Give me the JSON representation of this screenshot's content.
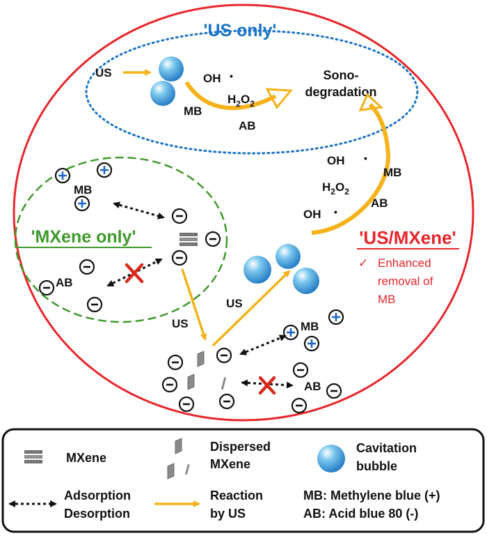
{
  "regions": {
    "us_only": "'US only'",
    "mxene_only": "'MXene only'",
    "us_mxene": "'US/MXene'"
  },
  "labels": {
    "us": "US",
    "oh": "OH",
    "radical_dot": "•",
    "h2o2_main": "H",
    "h2o2_sub1": "2",
    "h2o2_o": "O",
    "h2o2_sub2": "2",
    "mb": "MB",
    "ab": "AB",
    "sono_line1": "Sono-",
    "sono_line2": "degradation",
    "plus": "+",
    "minus": "-"
  },
  "note": {
    "check": "✓",
    "line1": "Enhanced",
    "line2": "removal of",
    "line3": "MB"
  },
  "legend": {
    "mxene": "MXene",
    "dispersed_line1": "Dispersed",
    "dispersed_line2": "MXene",
    "cavitation_line1": "Cavitation",
    "cavitation_line2": "bubble",
    "adsorption_line1": "Adsorption",
    "adsorption_line2": "Desorption",
    "reaction_line1": "Reaction",
    "reaction_line2": "by US",
    "mb_def": "MB: Methylene blue (+)",
    "ab_def": "AB: Acid blue 80 (-)"
  },
  "colors": {
    "outer_circle": "#e8262a",
    "us_only": "#1a74c9",
    "mxene_only": "#3e9a2a",
    "arrow": "#f6b21a",
    "cross": "#d9291c",
    "plus_blue": "#1f66c9",
    "text": "#111111"
  }
}
